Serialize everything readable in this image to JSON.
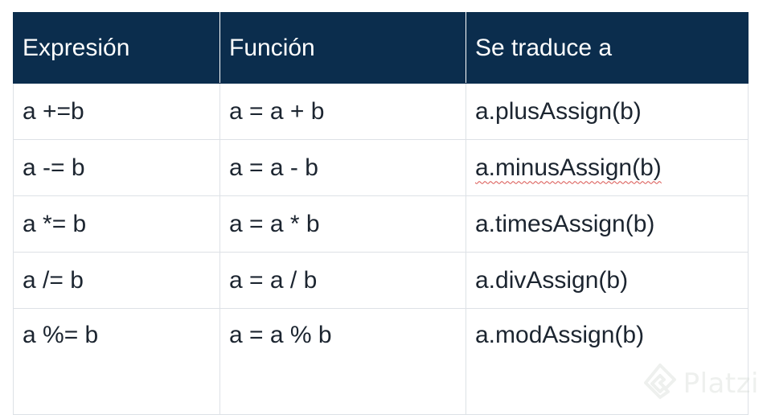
{
  "table": {
    "headers": [
      "Expresión",
      "Función",
      "Se traduce a"
    ],
    "rows": [
      [
        "a +=b",
        "a = a + b",
        "a.plusAssign(b)"
      ],
      [
        "a -= b",
        "a = a - b",
        "a.minusAssign(b)"
      ],
      [
        "a *= b",
        "a = a * b",
        "a.timesAssign(b)"
      ],
      [
        "a /= b",
        "a = a / b",
        "a.divAssign(b)"
      ],
      [
        "a %= b",
        "a = a % b",
        "a.modAssign(b)"
      ]
    ]
  },
  "watermark": {
    "text": "Platzi",
    "icon": "platzi-logo-icon",
    "color": "#cfd6d0"
  },
  "colors": {
    "header_bg": "#0b2d4d",
    "header_text": "#ffffff",
    "cell_text": "#1c2530",
    "border": "#dde1e6"
  }
}
